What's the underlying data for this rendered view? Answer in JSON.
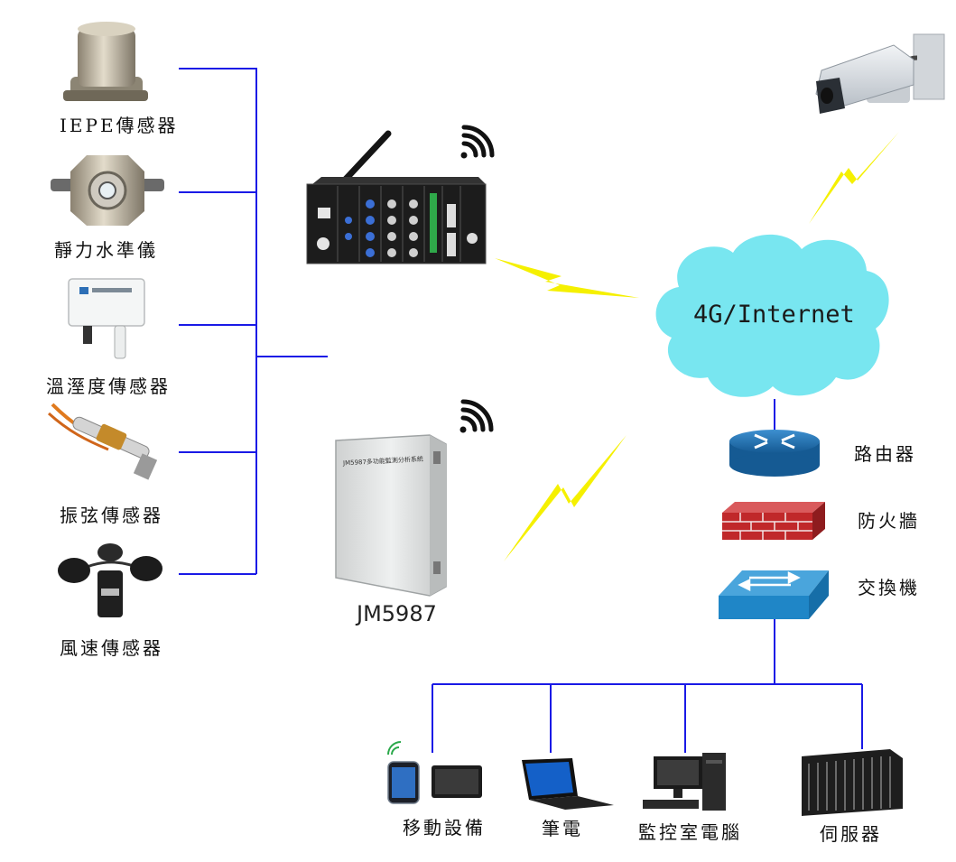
{
  "sensors": {
    "iepe": "IEPE傳感器",
    "level": "靜力水準儀",
    "temp_humidity": "溫溼度傳感器",
    "vibrating_wire": "振弦傳感器",
    "wind_speed": "風速傳感器"
  },
  "devices": {
    "device_label": "JM5987",
    "enclosure_text": "JM5987多功能監測分析系統"
  },
  "network": {
    "cloud": "4G/Internet",
    "router": "路由器",
    "firewall": "防火牆",
    "switch": "交換機"
  },
  "clients": {
    "mobile": "移動設備",
    "laptop": "筆電",
    "monitor_pc": "監控室電腦",
    "server": "伺服器"
  },
  "colors": {
    "bus_line": "#1a1ae6",
    "bolt": "#f5f000",
    "cloud": "#78e6f0",
    "network_blue": "#1a6fb0",
    "firewall_red": "#c0282a"
  }
}
